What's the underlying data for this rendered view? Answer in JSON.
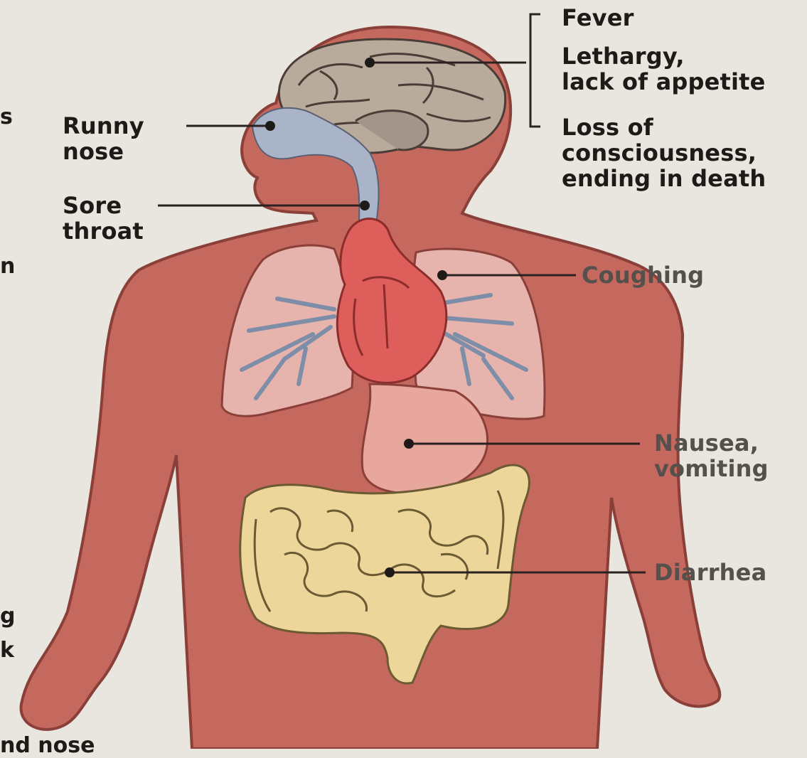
{
  "labels": {
    "fever": "Fever",
    "lethargy_1": "Lethargy,",
    "lethargy_2": "lack of appetite",
    "loss_1": "Loss of",
    "loss_2": "consciousness,",
    "loss_3": "ending in death",
    "runny_1": "Runny",
    "runny_2": "nose",
    "sore_1": "Sore",
    "sore_2": "throat",
    "coughing": "Coughing",
    "nausea_1": "Nausea,",
    "nausea_2": "vomiting",
    "diarrhea": "Diarrhea"
  },
  "edge_fragments": {
    "s": "s",
    "n": "n",
    "g": "g",
    "k": "k",
    "bottom": "nd nose"
  },
  "colors": {
    "paper": "#e9e5df",
    "body_fill": "#c5685e",
    "body_outline": "#8a3f39",
    "brain": "#b9ab9c",
    "airway": "#a9b4c9",
    "lungs": "#e7b3ad",
    "heart": "#de5e5c",
    "stomach": "#e8a79c",
    "intestine": "#ecd69a",
    "text": "#1e1a18"
  }
}
